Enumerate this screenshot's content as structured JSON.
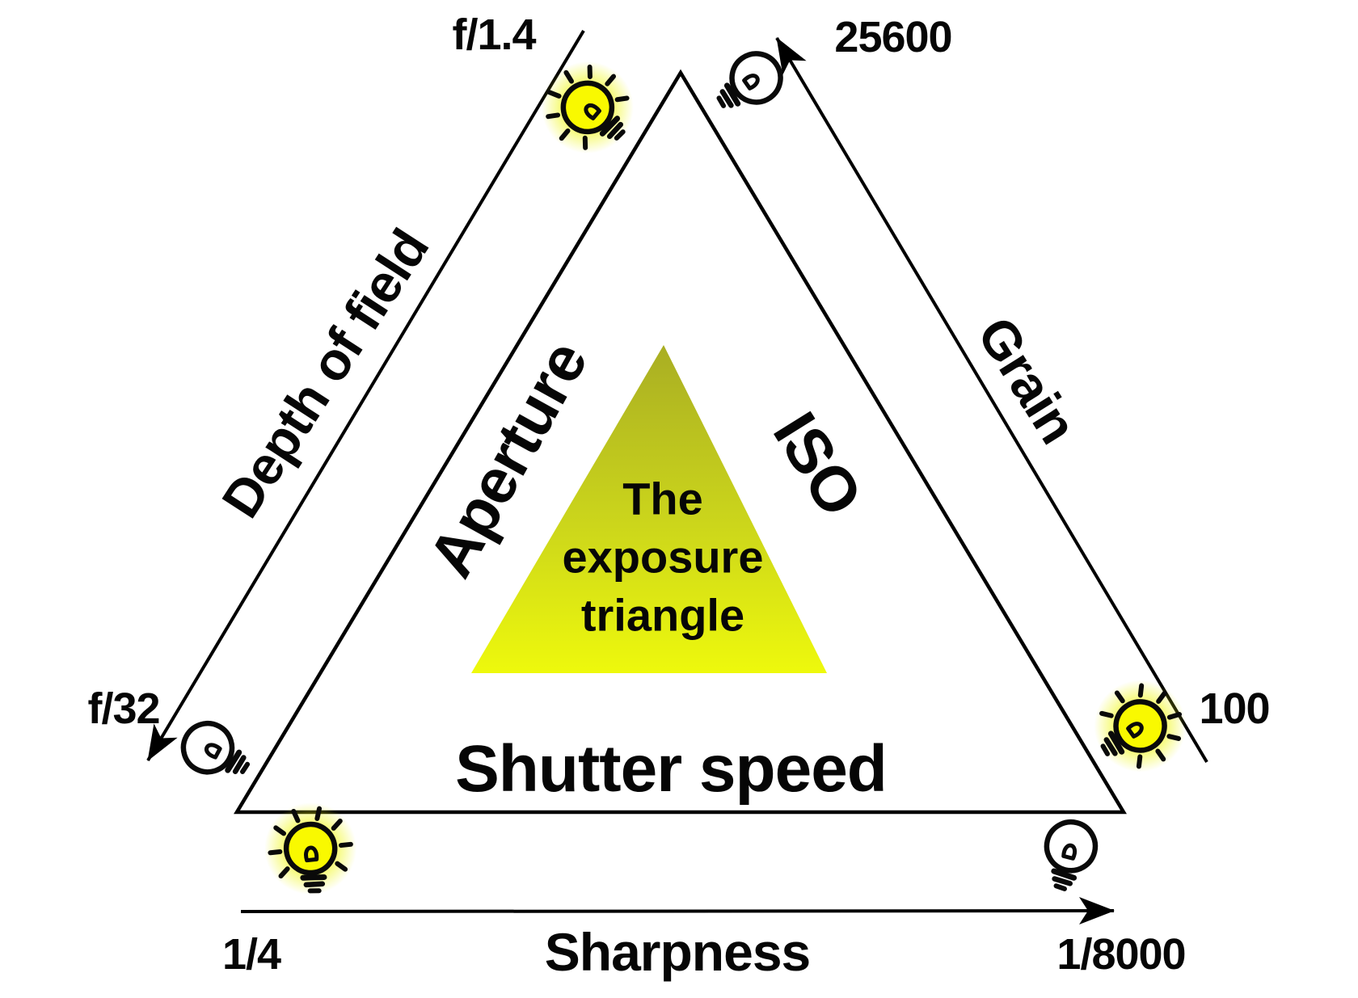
{
  "diagram": {
    "center_title": "The\nexposure\ntriangle",
    "sides": {
      "aperture": {
        "label": "Aperture",
        "effect": "Depth of field",
        "scale_top": "f/1.4",
        "scale_bottom": "f/32"
      },
      "iso": {
        "label": "ISO",
        "effect": "Grain",
        "scale_top": "25600",
        "scale_bottom": "100"
      },
      "shutter_speed": {
        "label": "Shutter speed",
        "effect": "Sharpness",
        "scale_left": "1/4",
        "scale_right": "1/8000"
      }
    },
    "bulbs": [
      {
        "at": "f/1.4",
        "state": "lit"
      },
      {
        "at": "25600",
        "state": "unlit"
      },
      {
        "at": "f/32",
        "state": "unlit"
      },
      {
        "at": "1/4",
        "state": "lit"
      },
      {
        "at": "1/8000",
        "state": "unlit"
      },
      {
        "at": "100",
        "state": "lit"
      }
    ]
  },
  "colors": {
    "inner_triangle_top": "#a9ae23",
    "inner_triangle_mid": "#ccd61b",
    "inner_triangle_bottom": "#eef90c",
    "bulb_lit_fill": "#f9f900",
    "bulb_glow": "#eef600",
    "bulb_unlit_fill": "#ffffff",
    "line_color": "#000000"
  }
}
